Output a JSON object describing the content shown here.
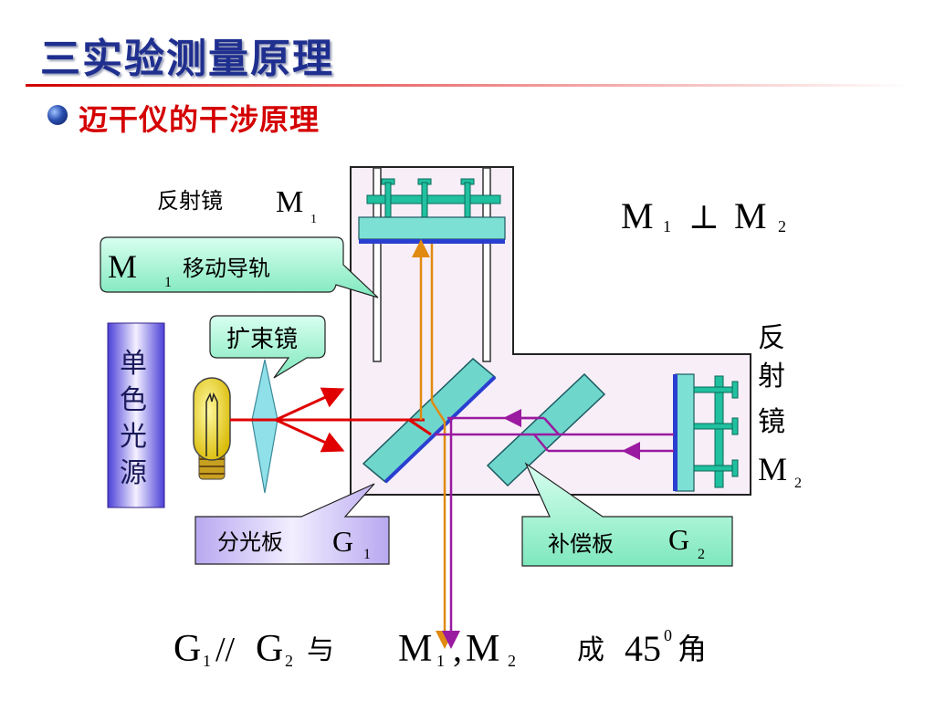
{
  "header": {
    "title": "三实验测量原理",
    "subtitle": "迈干仪的干涉原理"
  },
  "diagram": {
    "mirror1_label": "反射镜",
    "mirror1_symbol": "M",
    "mirror1_sub": "1",
    "rail_symbol": "M",
    "rail_sub": "1",
    "rail_label": "移动导轨",
    "perp_m1": "M",
    "perp_m1_sub": "1",
    "perp_sign": "⊥",
    "perp_m2": "M",
    "perp_m2_sub": "2",
    "mirror2_label_chars": [
      "反",
      "射",
      "镜"
    ],
    "mirror2_symbol": "M",
    "mirror2_sub": "2",
    "expander_label": "扩束镜",
    "source_label_chars": [
      "单",
      "色",
      "光",
      "源"
    ],
    "splitter_label": "分光板",
    "splitter_symbol": "G",
    "splitter_sub": "1",
    "compensator_label": "补偿板",
    "compensator_symbol": "G",
    "compensator_sub": "2"
  },
  "bottom_formula": {
    "g1": "G",
    "g1_sub": "1",
    "parallel": "//",
    "g2": "G",
    "g2_sub": "2",
    "with": "与",
    "m1": "M",
    "m1_sub": "1",
    "comma": ",",
    "m2": "M",
    "m2_sub": "2",
    "into": "成",
    "angle": "45",
    "angle_sup": "0",
    "angle_unit": "角"
  },
  "colors": {
    "title": "#1f2f8f",
    "subtitle": "#d40000",
    "plate": "#6fd6cc",
    "mirror_edge": "#2a3fd0",
    "beam_red": "#e00000",
    "beam_orange": "#e08a10",
    "beam_purple": "#9a1aa0",
    "callout_green": "#8ff0c8",
    "callout_purple": "#c9bdf2"
  }
}
